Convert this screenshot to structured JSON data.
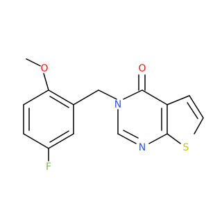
{
  "molecule": {
    "atoms": {
      "methoxy_oxygen": {
        "label": "O",
        "color": "#ff0d0d"
      },
      "carbonyl_oxygen": {
        "label": "O",
        "color": "#ff0d0d"
      },
      "n3": {
        "label": "N",
        "color": "#3050f8"
      },
      "n1": {
        "label": "N",
        "color": "#3050f8"
      },
      "sulfur": {
        "label": "S",
        "color": "#c6c600"
      },
      "fluorine": {
        "label": "F",
        "color": "#7cba4a"
      }
    },
    "bond_color": "#000000",
    "background": "#ffffff"
  }
}
